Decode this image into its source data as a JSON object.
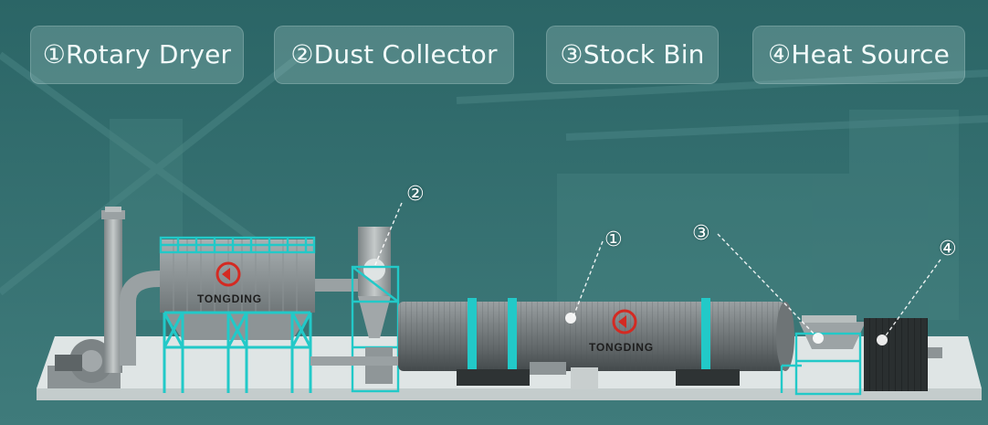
{
  "labels": [
    {
      "num": "①",
      "text": "Rotary Dryer"
    },
    {
      "num": "②",
      "text": "Dust Collector"
    },
    {
      "num": "③",
      "text": "Stock Bin"
    },
    {
      "num": "④",
      "text": "Heat Source"
    }
  ],
  "callouts": {
    "c1": "①",
    "c2": "②",
    "c3": "③",
    "c4": "④"
  },
  "brand": "TONGDING",
  "colors": {
    "accent": "#20c8c8",
    "background": "#2f6a6a",
    "logo_red": "#d42a22",
    "drum": "#6f7274",
    "floor": "#e8ecec"
  }
}
